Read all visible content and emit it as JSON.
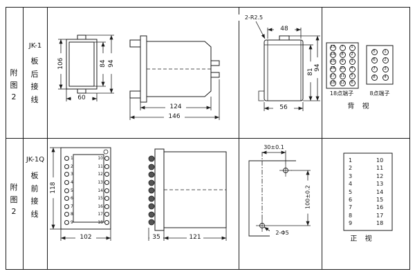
{
  "page": {
    "background": "#ffffff",
    "line_color": "#1a1a1a"
  },
  "left_column": {
    "top": {
      "figure_label": "附图2"
    },
    "bottom": {
      "figure_label": "附图2"
    }
  },
  "type_column": {
    "top": {
      "model": "JK-1",
      "wiring": "板后接线"
    },
    "bottom": {
      "model": "JK-1Q",
      "wiring": "板前接线"
    }
  },
  "top_row": {
    "front_view": {
      "dim_left": "106",
      "dim_inner": "84",
      "dim_outer": "94",
      "dim_bottom": "60"
    },
    "side_view": {
      "dim_body": "124",
      "dim_total": "146"
    },
    "rear_view": {
      "corner_callout": "2-R2.5",
      "dim_top": "48",
      "dim_inner_height": "81",
      "dim_height": "94",
      "dim_bottom": "56"
    },
    "terminals": {
      "t18_label": "18点端子",
      "t8_label": "8点端子",
      "view_label": "背 视",
      "t18_numbers": [
        "13",
        "7",
        "1",
        "14",
        "8",
        "2",
        "15",
        "9",
        "3",
        "16",
        "10",
        "4",
        "17",
        "11",
        "5",
        "18",
        "12",
        "6"
      ],
      "t8_numbers": [
        "5",
        "1",
        "6",
        "2",
        "7",
        "3",
        "8",
        "4"
      ]
    }
  },
  "bottom_row": {
    "front_view": {
      "dim_left": "118",
      "dim_bottom": "102",
      "left_terminals": [
        "1",
        "2",
        "3",
        "4",
        "5",
        "6",
        "7",
        "8",
        "9"
      ],
      "right_terminals": [
        "10",
        "11",
        "12",
        "13",
        "14",
        "15",
        "16",
        "17",
        "18"
      ]
    },
    "side_view": {
      "dim_terminal": "35",
      "dim_body": "121"
    },
    "mounting": {
      "dim_horizontal": "30±0.1",
      "dim_vertical": "100±0.2",
      "hole_callout": "2-Φ5"
    },
    "terminal_table": {
      "left": [
        "1",
        "2",
        "3",
        "4",
        "5",
        "6",
        "7",
        "8",
        "9"
      ],
      "right": [
        "10",
        "11",
        "12",
        "13",
        "14",
        "15",
        "16",
        "17",
        "18"
      ],
      "view_label": "正 视"
    }
  }
}
